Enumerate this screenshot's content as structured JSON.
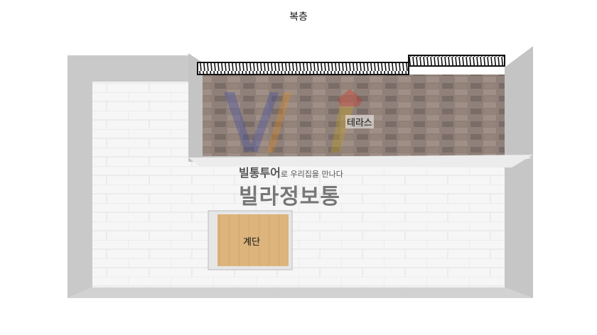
{
  "title": "복층",
  "rooms": {
    "terrace": "테라스",
    "stairs": "계단"
  },
  "watermark": {
    "line1_bold": "빌통투어",
    "line1_rest": "로 우리집을 만나다",
    "line2": "빌라정보통"
  },
  "colors": {
    "wall": "#c8c8c8",
    "floor": "#f4f4f4",
    "terrace": "#8a7a72",
    "stairs": "#d9b27a"
  }
}
